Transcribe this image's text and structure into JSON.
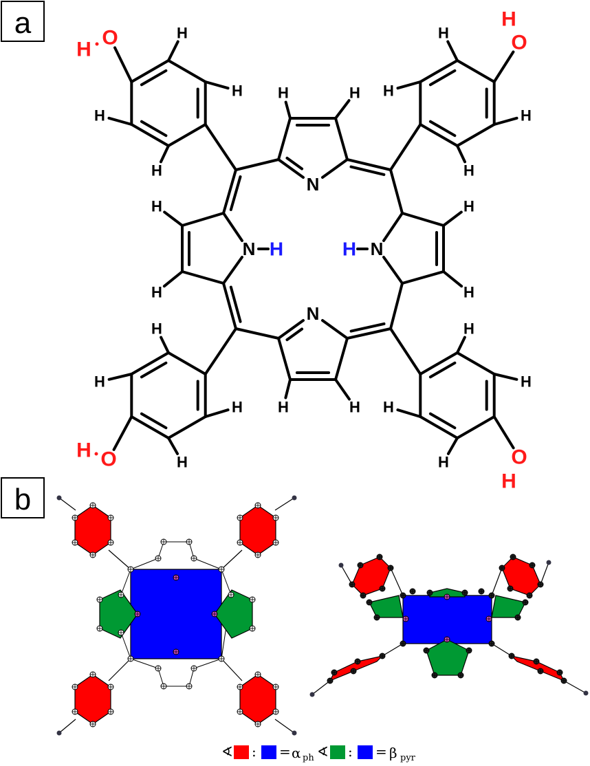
{
  "panels": {
    "a": "a",
    "b": "b"
  },
  "atoms": {
    "H": "H",
    "O": "O",
    "N": "N"
  },
  "legend": {
    "alpha_symbol": "α",
    "alpha_sub": "ph",
    "beta_symbol": "β",
    "beta_sub": "pyr",
    "colon": ":",
    "equals": "="
  },
  "colors": {
    "heteroatom_red": "#ff1a1a",
    "inner_h_blue": "#1a1aff",
    "phenyl_plane": "#ff0000",
    "pyrrole_plane": "#009933",
    "core_plane": "#0000ff"
  }
}
